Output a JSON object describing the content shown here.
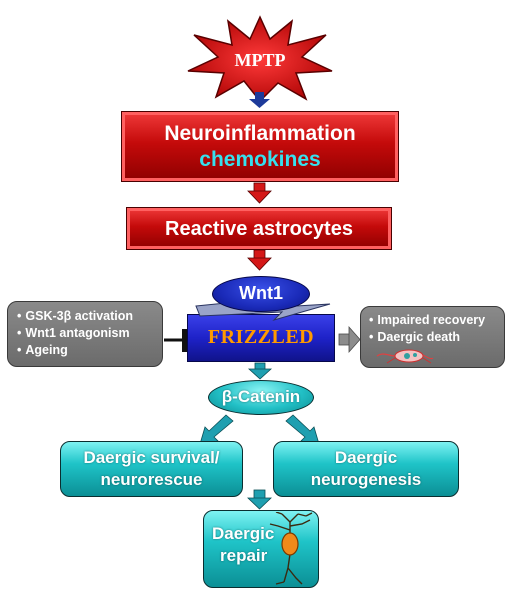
{
  "mptp": {
    "label": "MPTP",
    "color": "#c81010"
  },
  "neuroinflammation": {
    "line1": "Neuroinflammation",
    "line2": "chemokines",
    "line2_color": "#35e0ee"
  },
  "reactive_astrocytes": {
    "label": "Reactive astrocytes"
  },
  "wnt1": {
    "label": "Wnt1",
    "color": "#1a2ab8"
  },
  "frizzled": {
    "label": "FRIZZLED",
    "label_color": "#ff9a00",
    "color": "#1e22c8"
  },
  "left_box": {
    "items": [
      "GSK-3β activation",
      "Wnt1 antagonism",
      "Ageing"
    ]
  },
  "right_box": {
    "items": [
      "Impaired recovery",
      "Daergic death"
    ]
  },
  "beta_catenin": {
    "label": "β-Catenin"
  },
  "survival": {
    "line1": "Daergic survival/",
    "line2": "neurorescue"
  },
  "neurogenesis": {
    "line1": "Daergic",
    "line2": "neurogenesis"
  },
  "repair": {
    "line1": "Daergic",
    "line2": "repair"
  },
  "colors": {
    "arrow_red": "#d41818",
    "arrow_blue": "#1d3a9a",
    "arrow_teal": "#1f9fb0",
    "arrow_gray": "#8c8c8c"
  }
}
